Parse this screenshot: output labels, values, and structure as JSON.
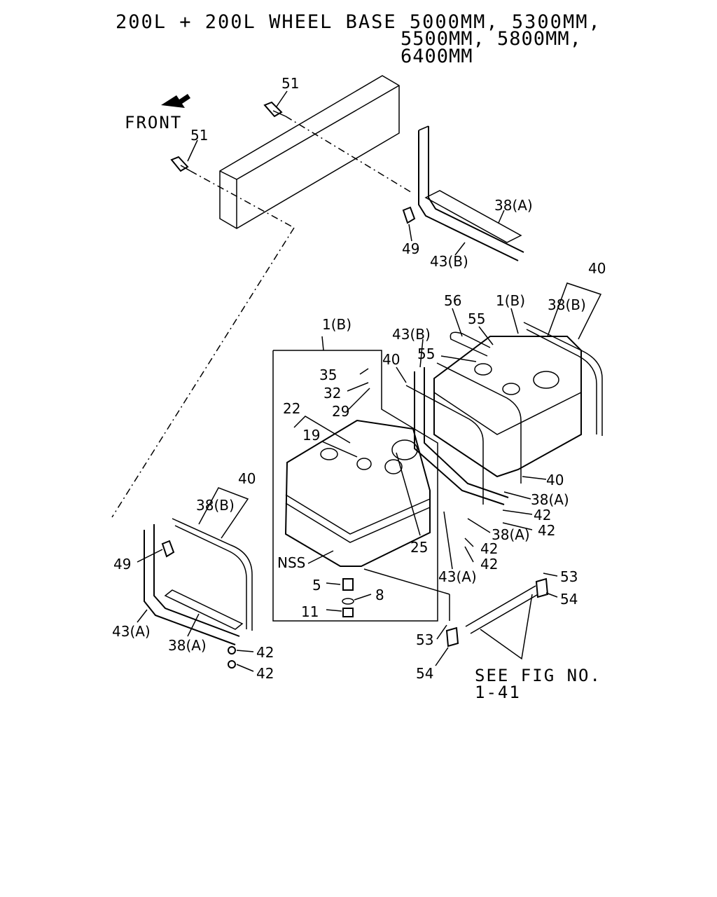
{
  "header": {
    "line1": "200L + 200L WHEEL BASE 5000MM, 5300MM,",
    "line2": "5500MM, 5800MM,",
    "line3": "6400MM"
  },
  "front_label": "FRONT",
  "see_fig": {
    "line1": "SEE FIG NO.",
    "line2": "1-41"
  },
  "labels": {
    "l51a": "51",
    "l51b": "51",
    "l38A_top": "38(A)",
    "l49_top": "49",
    "l43B_top": "43(B)",
    "l40_right": "40",
    "l38B_right": "38(B)",
    "l1B_right": "1(B)",
    "l56": "56",
    "l55a": "55",
    "l55b": "55",
    "l43B_mid": "43(B)",
    "l40_mid": "40",
    "l1B_box": "1(B)",
    "l35": "35",
    "l32": "32",
    "l29": "29",
    "l22": "22",
    "l19": "19",
    "l25": "25",
    "lNSS": "NSS",
    "l5": "5",
    "l8": "8",
    "l11": "11",
    "l40_r2": "40",
    "l38A_r2": "38(A)",
    "l42a": "42",
    "l42b": "42",
    "l38A_r3": "38(A)",
    "l42c": "42",
    "l42d": "42",
    "l43A_mid": "43(A)",
    "l53a": "53",
    "l54a": "54",
    "l53b": "53",
    "l54b": "54",
    "l40_left": "40",
    "l38B_left": "38(B)",
    "l49_left": "49",
    "l43A_left": "43(A)",
    "l38A_left": "38(A)",
    "l42e": "42",
    "l42f": "42"
  }
}
